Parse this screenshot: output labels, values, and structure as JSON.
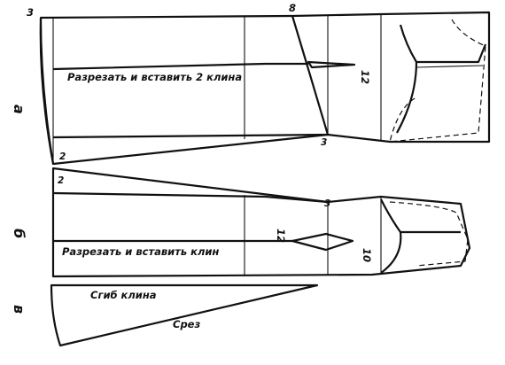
{
  "panel_a": {
    "letter": "а",
    "instruction": "Разрезать и вставить 2 клина",
    "marks": {
      "top_left": "3",
      "top_mid": "8",
      "wedge": "12",
      "bottom_mid": "3",
      "bottom_left": "2"
    }
  },
  "panel_b": {
    "letter": "б",
    "instruction": "Разрезать и вставить клин",
    "marks": {
      "top_left": "2",
      "top_mid": "3",
      "wedge_left": "12",
      "wedge_right": "10"
    }
  },
  "panel_c": {
    "letter": "в",
    "fold_label": "Сгиб клина",
    "cut_label": "Срез"
  }
}
